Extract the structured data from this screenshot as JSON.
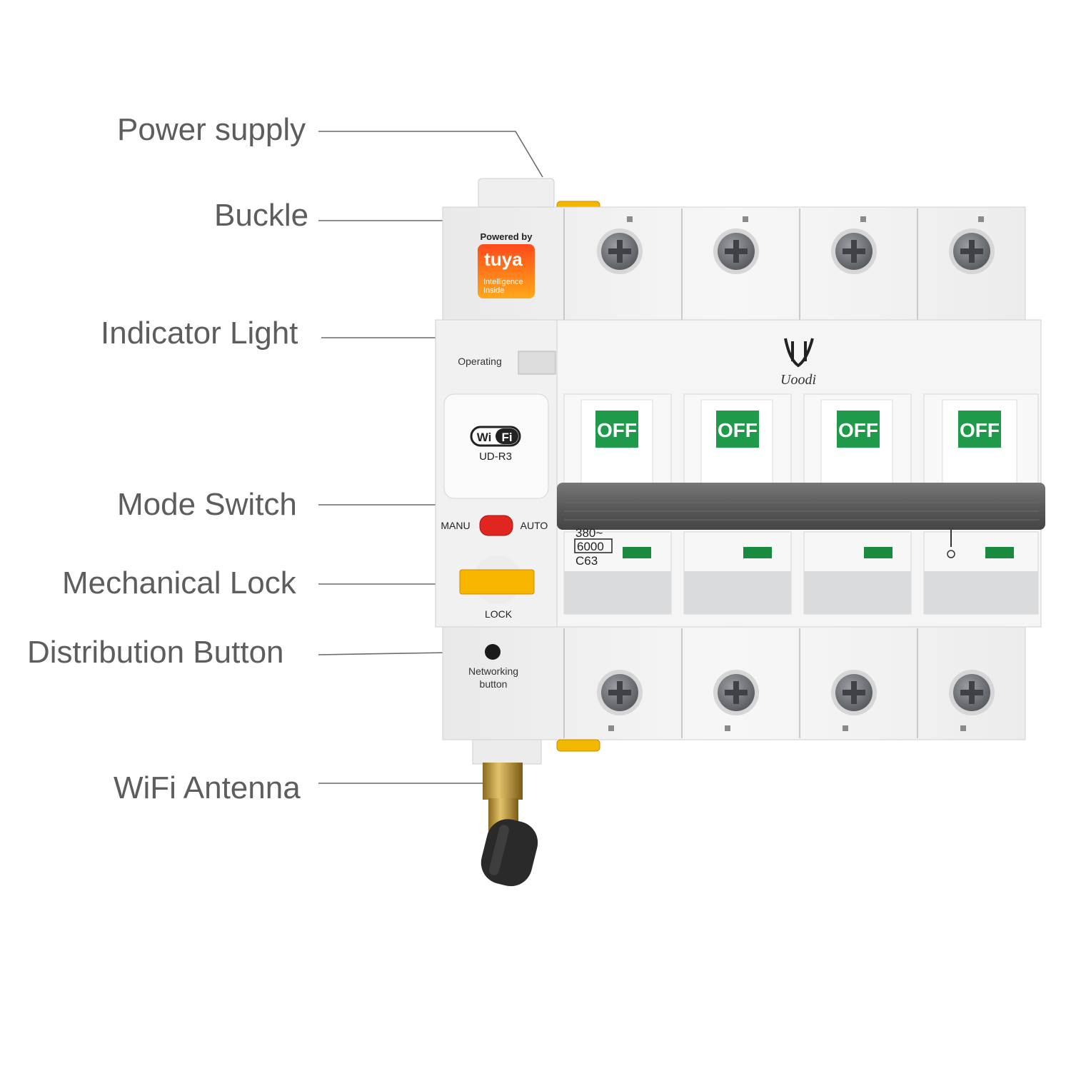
{
  "callouts": {
    "power_supply": "Power supply",
    "buckle": "Buckle",
    "indicator_light": "Indicator Light",
    "mode_switch": "Mode Switch",
    "mechanical_lock": "Mechanical Lock",
    "distribution_button": "Distribution Button",
    "wifi_antenna": "WiFi Antenna"
  },
  "device": {
    "tuya_powered_by": "Powered by",
    "tuya_brand": "tuya",
    "tuya_tagline_1": "Intelligence",
    "tuya_tagline_2": "Inside",
    "operating_label": "Operating",
    "wifi_logo_left": "Wi",
    "wifi_logo_right": "Fi",
    "model": "UD-R3",
    "brand_script": "Uoodi",
    "switch_labels": [
      "OFF",
      "OFF",
      "OFF",
      "OFF"
    ],
    "mode_left": "MANU",
    "mode_right": "AUTO",
    "lock_label": "LOCK",
    "rating_voltage": "380~",
    "rating_breaking": "6000",
    "rating_curve": "C63",
    "networking_line1": "Networking",
    "networking_line2": "button"
  },
  "colors": {
    "callout_text": "#5d5d5d",
    "switch_green": "#1f9a4a",
    "tuya_orange": "#ff5a1f",
    "mode_red": "#e0261e",
    "lock_yellow": "#f7b500",
    "body_white": "#f3f3f3"
  }
}
